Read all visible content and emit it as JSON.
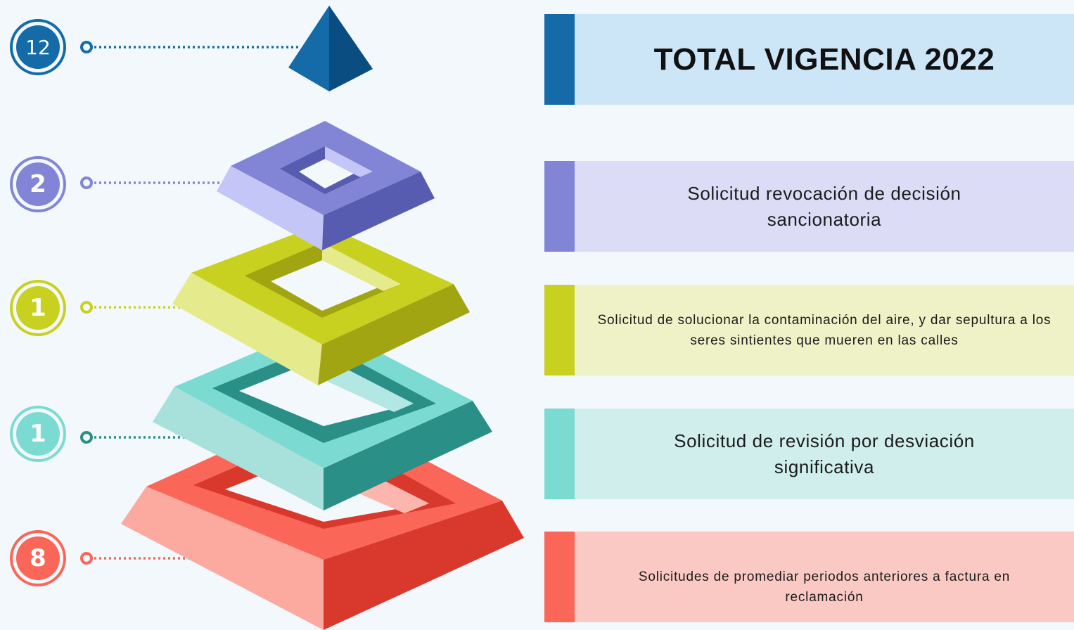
{
  "title": "TOTAL VIGENCIA 2022",
  "levels": [
    {
      "count": "12",
      "label": "TOTAL VIGENCIA 2022",
      "color": "#146ba8",
      "light": "#cde6f7"
    },
    {
      "count": "2",
      "label": "Solicitud revocación de decisión sancionatoria",
      "color": "#8285d6",
      "light": "#dcdcf6"
    },
    {
      "count": "1",
      "label": "Solicitud de  solucionar la contaminación del aire, y dar sepultura a los seres sintientes que mueren en las calles",
      "color": "#c8d11f",
      "light": "#eef2c6"
    },
    {
      "count": "1",
      "label": "Solicitud de revisión por desviación significativa",
      "color": "#7bdbd3",
      "light": "#d0eeeb"
    },
    {
      "count": "8",
      "label": "Solicitudes de promediar periodos anteriores a factura en reclamación",
      "color": "#fa6658",
      "light": "#fbc9c3"
    }
  ]
}
